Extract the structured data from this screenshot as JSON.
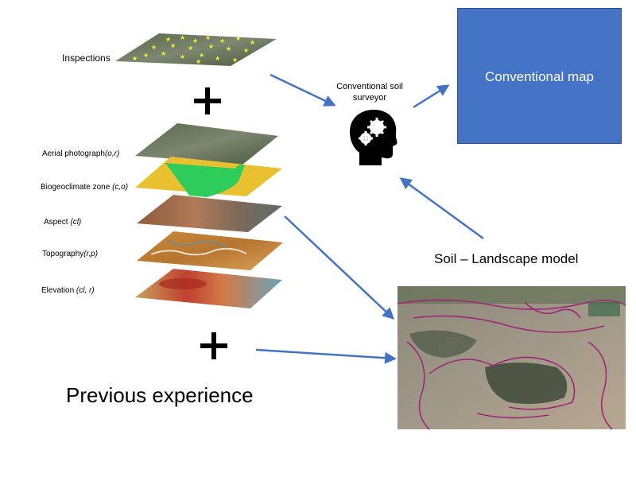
{
  "labels": {
    "inspections": "Inspections",
    "aerial_name": "Aerial photograph",
    "aerial_tags": "(o,r)",
    "biogeo_name": "Biogeoclimate zone ",
    "biogeo_tags": "(c,o)",
    "aspect_name": "Aspect ",
    "aspect_tags": "(cl)",
    "topo_name": "Topography",
    "topo_tags": "(r,p)",
    "elev_name": "Elevation ",
    "elev_tags": "(cl, r)",
    "surveyor_line1": "Conventional soil",
    "surveyor_line2": "surveyor",
    "conventional_map": "Conventional map",
    "soil_landscape_model": "Soil – Landscape model",
    "previous_experience": "Previous experience"
  },
  "icons": [
    "head-gears-icon",
    "plus-icon"
  ],
  "colors": {
    "arrow": "#4472c4",
    "map_box": "#4472c4",
    "biogeo_green": "#2ecc5a",
    "biogeo_yellow": "#e8c030",
    "star": "#f5f230"
  }
}
